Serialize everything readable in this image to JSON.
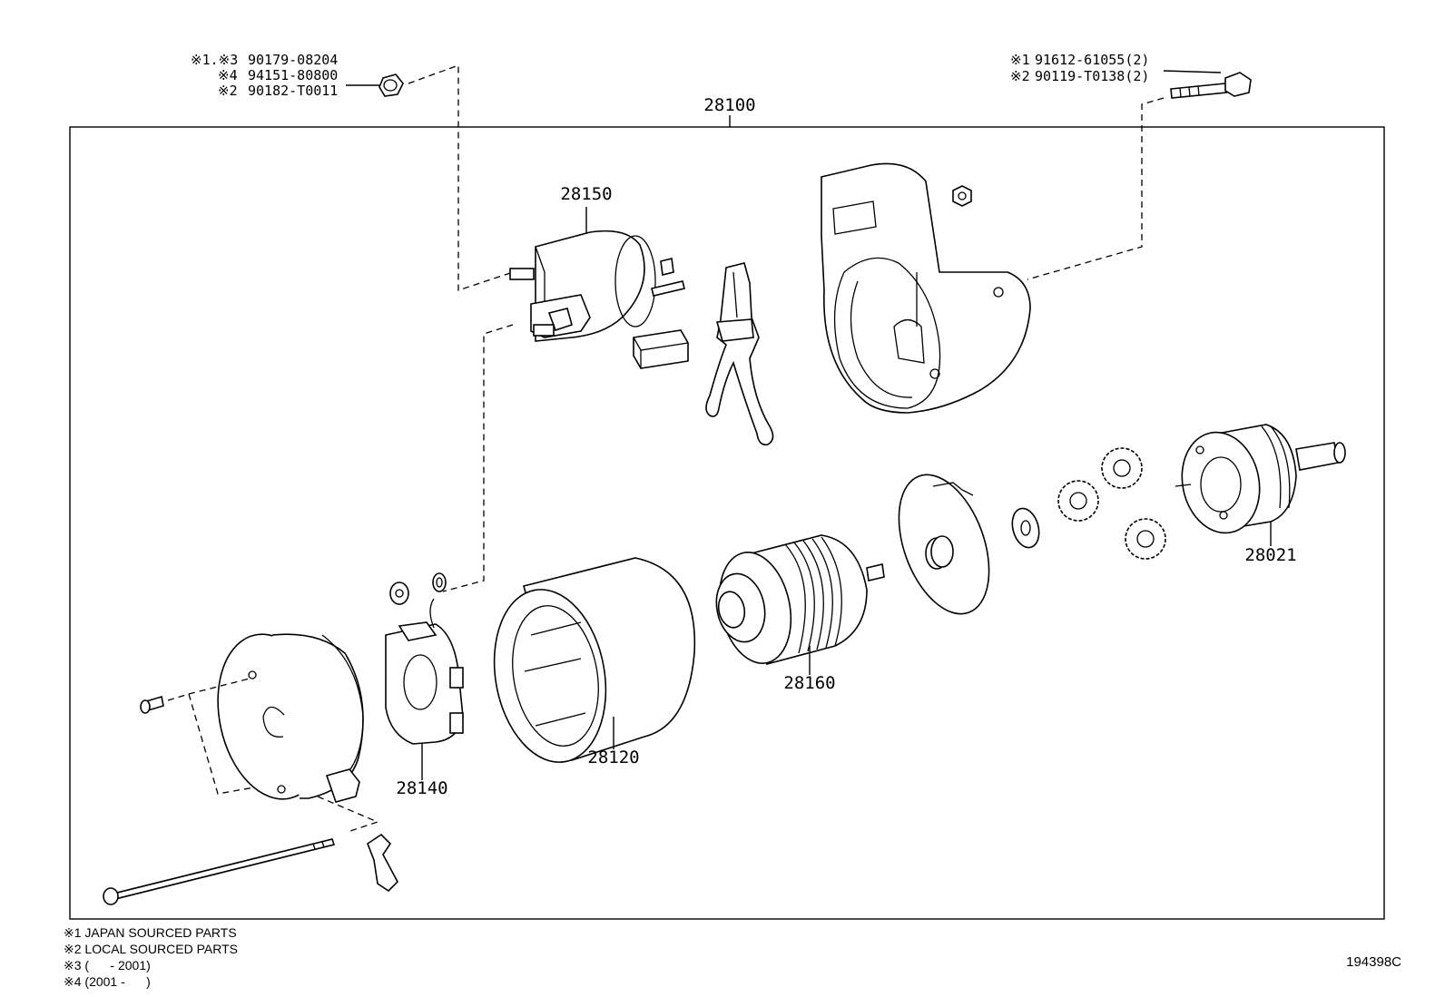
{
  "assembly_label": "28100",
  "top_left_parts": [
    {
      "mark": "※1.※3",
      "number": "90179-08204"
    },
    {
      "mark": "※4",
      "number": "94151-80800"
    },
    {
      "mark": "※2",
      "number": "90182-T0011"
    }
  ],
  "top_right_parts": [
    {
      "mark": "※1",
      "number": "91612-61055(2)"
    },
    {
      "mark": "※2",
      "number": "90119-T0138(2)"
    }
  ],
  "callouts": {
    "solenoid": "28150",
    "brush_holder": "28140",
    "yoke": "28120",
    "armature": "28160",
    "clutch": "28021"
  },
  "notes": [
    "※1 JAPAN SOURCED PARTS",
    "※2 LOCAL SOURCED PARTS",
    "※3 (      - 2001)",
    "※4 (2001 -      )"
  ],
  "diagram_code": "194398C"
}
